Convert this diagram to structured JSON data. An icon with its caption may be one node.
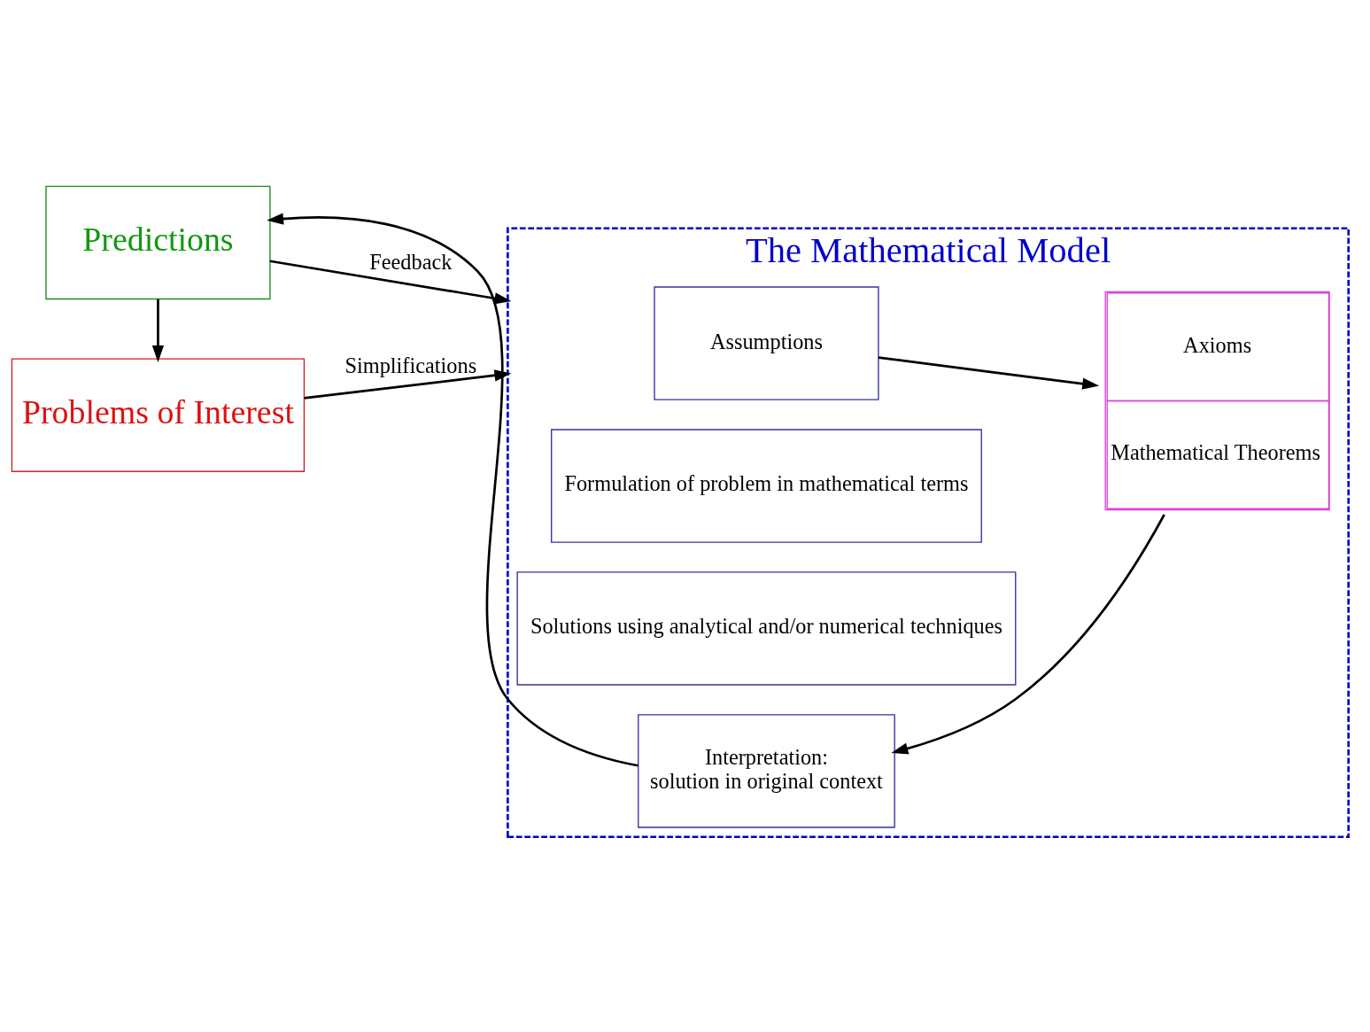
{
  "diagram": {
    "nodes": [
      {
        "text": [
          "The Mathematical Model"
        ]
      },
      {
        "text": [
          "Problems of Interest"
        ]
      },
      {
        "text": [
          "Predictions"
        ]
      },
      {
        "text": [
          "Assumptions"
        ],
        "in": 0
      },
      {
        "text": [
          "Formulation of problem in mathematical terms"
        ],
        "in": 0
      },
      {
        "text": [
          "Solutions using analytical and/or numerical techniques"
        ],
        "in": 0
      },
      {
        "text": [
          "Interpretation:",
          "solution in original context"
        ],
        "in": 0
      },
      {
        "text": [
          "Axioms",
          "Mathematical Theorems"
        ],
        "in": 0
      }
    ],
    "edges": [
      {
        "from": 1,
        "to": 0,
        "arrow": "to",
        "label": "Simplifications"
      },
      {
        "from": 2,
        "to": 0,
        "arrow": "to",
        "label": "Feedback"
      },
      {
        "from": 2,
        "to": 1,
        "arrow": "to"
      },
      {
        "from": 3,
        "to": 7,
        "arrow": "to"
      },
      {
        "from": 7,
        "to": 6,
        "arrow": "to"
      },
      {
        "from": 6,
        "to": 2,
        "arrow": "to"
      }
    ]
  }
}
